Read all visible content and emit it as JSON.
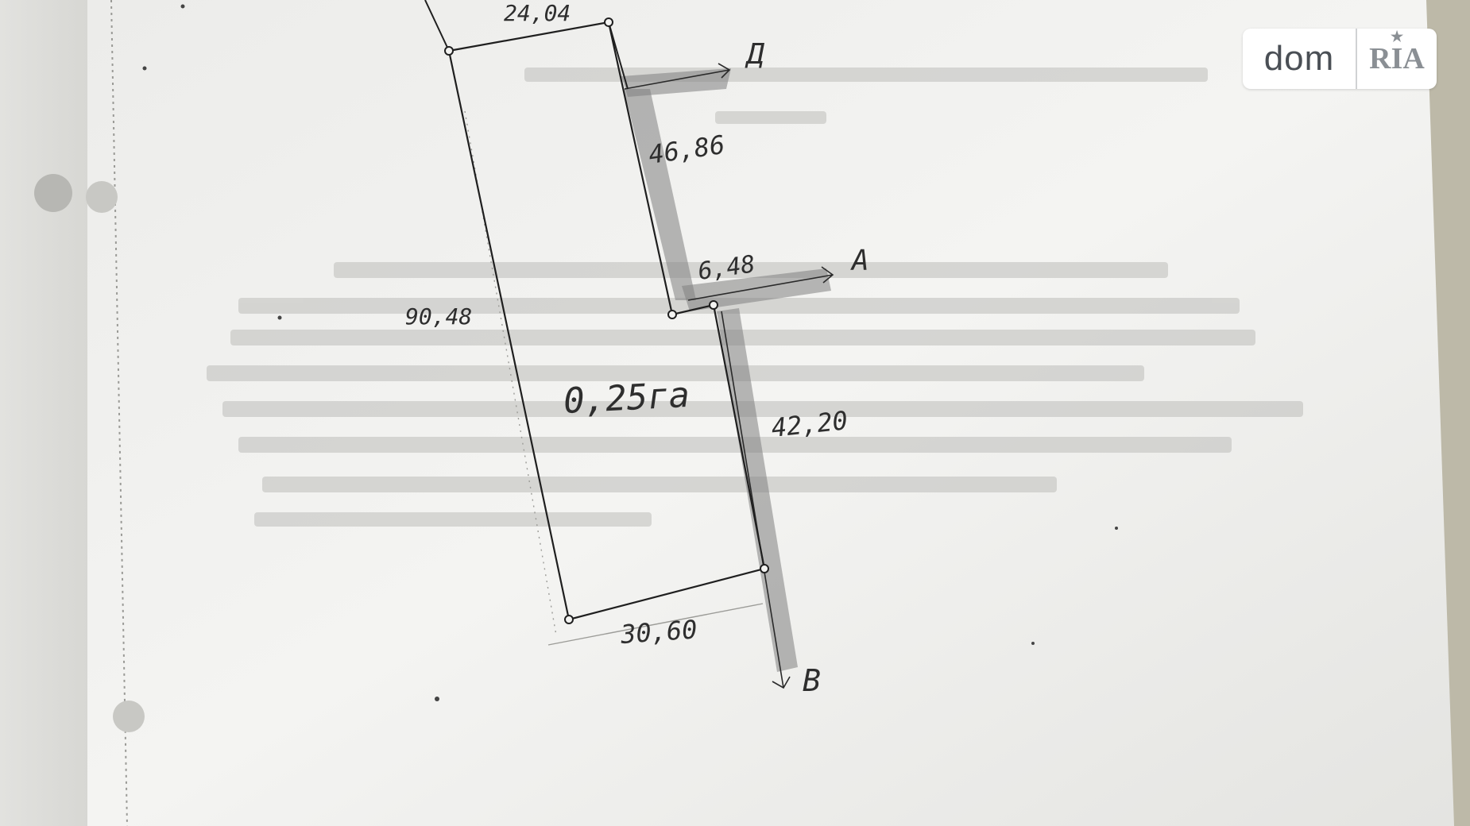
{
  "plan": {
    "top_side": "24,04",
    "step_side": "46,86",
    "ledge_side": "6,48",
    "left_side": "90,48",
    "right_side": "42,20",
    "bottom_side": "30,60",
    "area": "0,25га",
    "neighbor_d": "Д",
    "neighbor_a": "А",
    "neighbor_v": "В"
  },
  "watermark": {
    "dom": "dom",
    "ria": "RIA"
  },
  "colors": {
    "paper": "#f3f3f1",
    "ink": "#1f1f1f"
  }
}
